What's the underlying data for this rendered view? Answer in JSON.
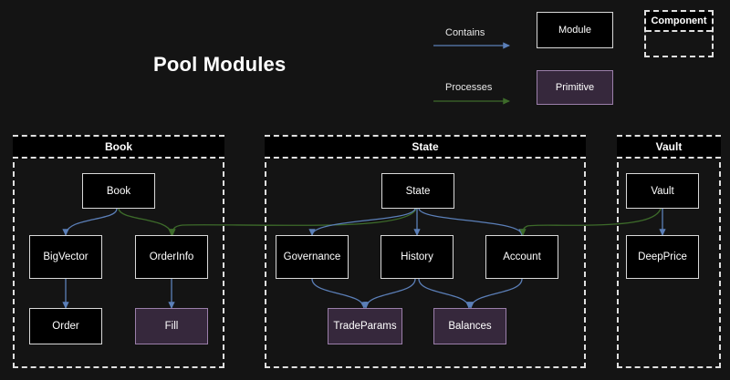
{
  "title": "Pool Modules",
  "theme": {
    "background": "#141414",
    "module_fill": "#000000",
    "module_border": "#d9d9d9",
    "primitive_fill": "#36283c",
    "primitive_border": "#9b7faa",
    "contains_color": "#5b7fb8",
    "processes_color": "#3d6b2a",
    "group_border": "#e0e0e0",
    "text": "#ffffff"
  },
  "legend": {
    "contains_label": "Contains",
    "processes_label": "Processes",
    "module_label": "Module",
    "primitive_label": "Primitive",
    "component_label": "Component"
  },
  "groups": [
    {
      "id": "book",
      "label": "Book"
    },
    {
      "id": "state",
      "label": "State"
    },
    {
      "id": "vault",
      "label": "Vault"
    }
  ],
  "nodes": [
    {
      "id": "book",
      "label": "Book",
      "type": "module",
      "group": "book"
    },
    {
      "id": "bigvector",
      "label": "BigVector",
      "type": "module",
      "group": "book"
    },
    {
      "id": "orderinfo",
      "label": "OrderInfo",
      "type": "module",
      "group": "book"
    },
    {
      "id": "order",
      "label": "Order",
      "type": "module",
      "group": "book"
    },
    {
      "id": "fill",
      "label": "Fill",
      "type": "primitive",
      "group": "book"
    },
    {
      "id": "state",
      "label": "State",
      "type": "module",
      "group": "state"
    },
    {
      "id": "governance",
      "label": "Governance",
      "type": "module",
      "group": "state"
    },
    {
      "id": "history",
      "label": "History",
      "type": "module",
      "group": "state"
    },
    {
      "id": "account",
      "label": "Account",
      "type": "module",
      "group": "state"
    },
    {
      "id": "tradeparams",
      "label": "TradeParams",
      "type": "primitive",
      "group": "state"
    },
    {
      "id": "balances",
      "label": "Balances",
      "type": "primitive",
      "group": "state"
    },
    {
      "id": "vault",
      "label": "Vault",
      "type": "module",
      "group": "vault"
    },
    {
      "id": "deepprice",
      "label": "DeepPrice",
      "type": "module",
      "group": "vault"
    }
  ],
  "edges": [
    {
      "from": "book",
      "to": "bigvector",
      "kind": "contains"
    },
    {
      "from": "book",
      "to": "orderinfo",
      "kind": "processes"
    },
    {
      "from": "bigvector",
      "to": "order",
      "kind": "contains"
    },
    {
      "from": "orderinfo",
      "to": "fill",
      "kind": "contains"
    },
    {
      "from": "state",
      "to": "governance",
      "kind": "contains"
    },
    {
      "from": "state",
      "to": "history",
      "kind": "contains"
    },
    {
      "from": "state",
      "to": "account",
      "kind": "contains"
    },
    {
      "from": "state",
      "to": "orderinfo",
      "kind": "processes"
    },
    {
      "from": "governance",
      "to": "tradeparams",
      "kind": "contains"
    },
    {
      "from": "history",
      "to": "tradeparams",
      "kind": "contains"
    },
    {
      "from": "history",
      "to": "balances",
      "kind": "contains"
    },
    {
      "from": "account",
      "to": "balances",
      "kind": "contains"
    },
    {
      "from": "vault",
      "to": "deepprice",
      "kind": "contains"
    },
    {
      "from": "vault",
      "to": "account",
      "kind": "processes"
    }
  ]
}
